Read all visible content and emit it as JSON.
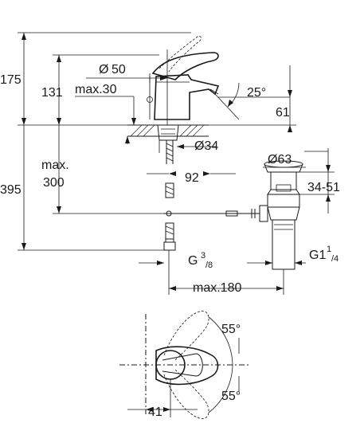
{
  "dimensions": {
    "height_175": "175",
    "height_131": "131",
    "max30": "max.30",
    "spout_dia_symbol": "Ø",
    "spout_dia": "50",
    "angle_25": "25°",
    "reach_61": "61",
    "hole_dia": "Ø34",
    "offset_92": "92",
    "total_395": "395",
    "max_label": "max.",
    "max_300": "300",
    "waste_dia": "Ø63",
    "range_34_51": "34-51",
    "connection_g38_prefix": "G",
    "connection_g38_sup": "3",
    "connection_g38_sub": "/8",
    "connection_g1_prefix": "G1",
    "connection_g1_sup": "1",
    "connection_g1_sub": "/4",
    "max180": "max.180",
    "angle_55_top": "55°",
    "angle_55_bottom": "55°",
    "offset_41": "41"
  }
}
